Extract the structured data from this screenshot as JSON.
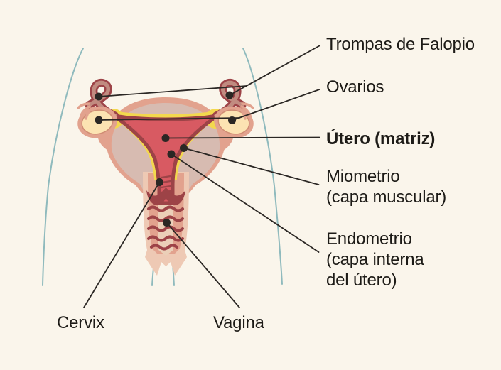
{
  "figure": {
    "annotations": {
      "fallopian_tubes": "Trompas de Falopio",
      "ovaries": "Ovarios",
      "uterus": "Útero (matriz)",
      "myometrium": "Miometrio\n(capa muscular)",
      "endometrium": "Endometrio\n(capa interna\ndel útero)",
      "cervix": "Cervix",
      "vagina": "Vagina"
    }
  },
  "palette": {
    "bg": "#faf5eb",
    "blue": "#8fbabd",
    "text": "#1d1b17",
    "line": "#2b2724",
    "salmon": "#e2a28e",
    "ring": "#d08d74",
    "mauve": "#d7bbb1",
    "yellow": "#f3d84e",
    "red": "#d85a62",
    "maroon": "#9d4347",
    "rose": "#c18b80",
    "cream": "#fce3b2",
    "pale": "#eec9b4",
    "channel": "#ebcfb8"
  }
}
